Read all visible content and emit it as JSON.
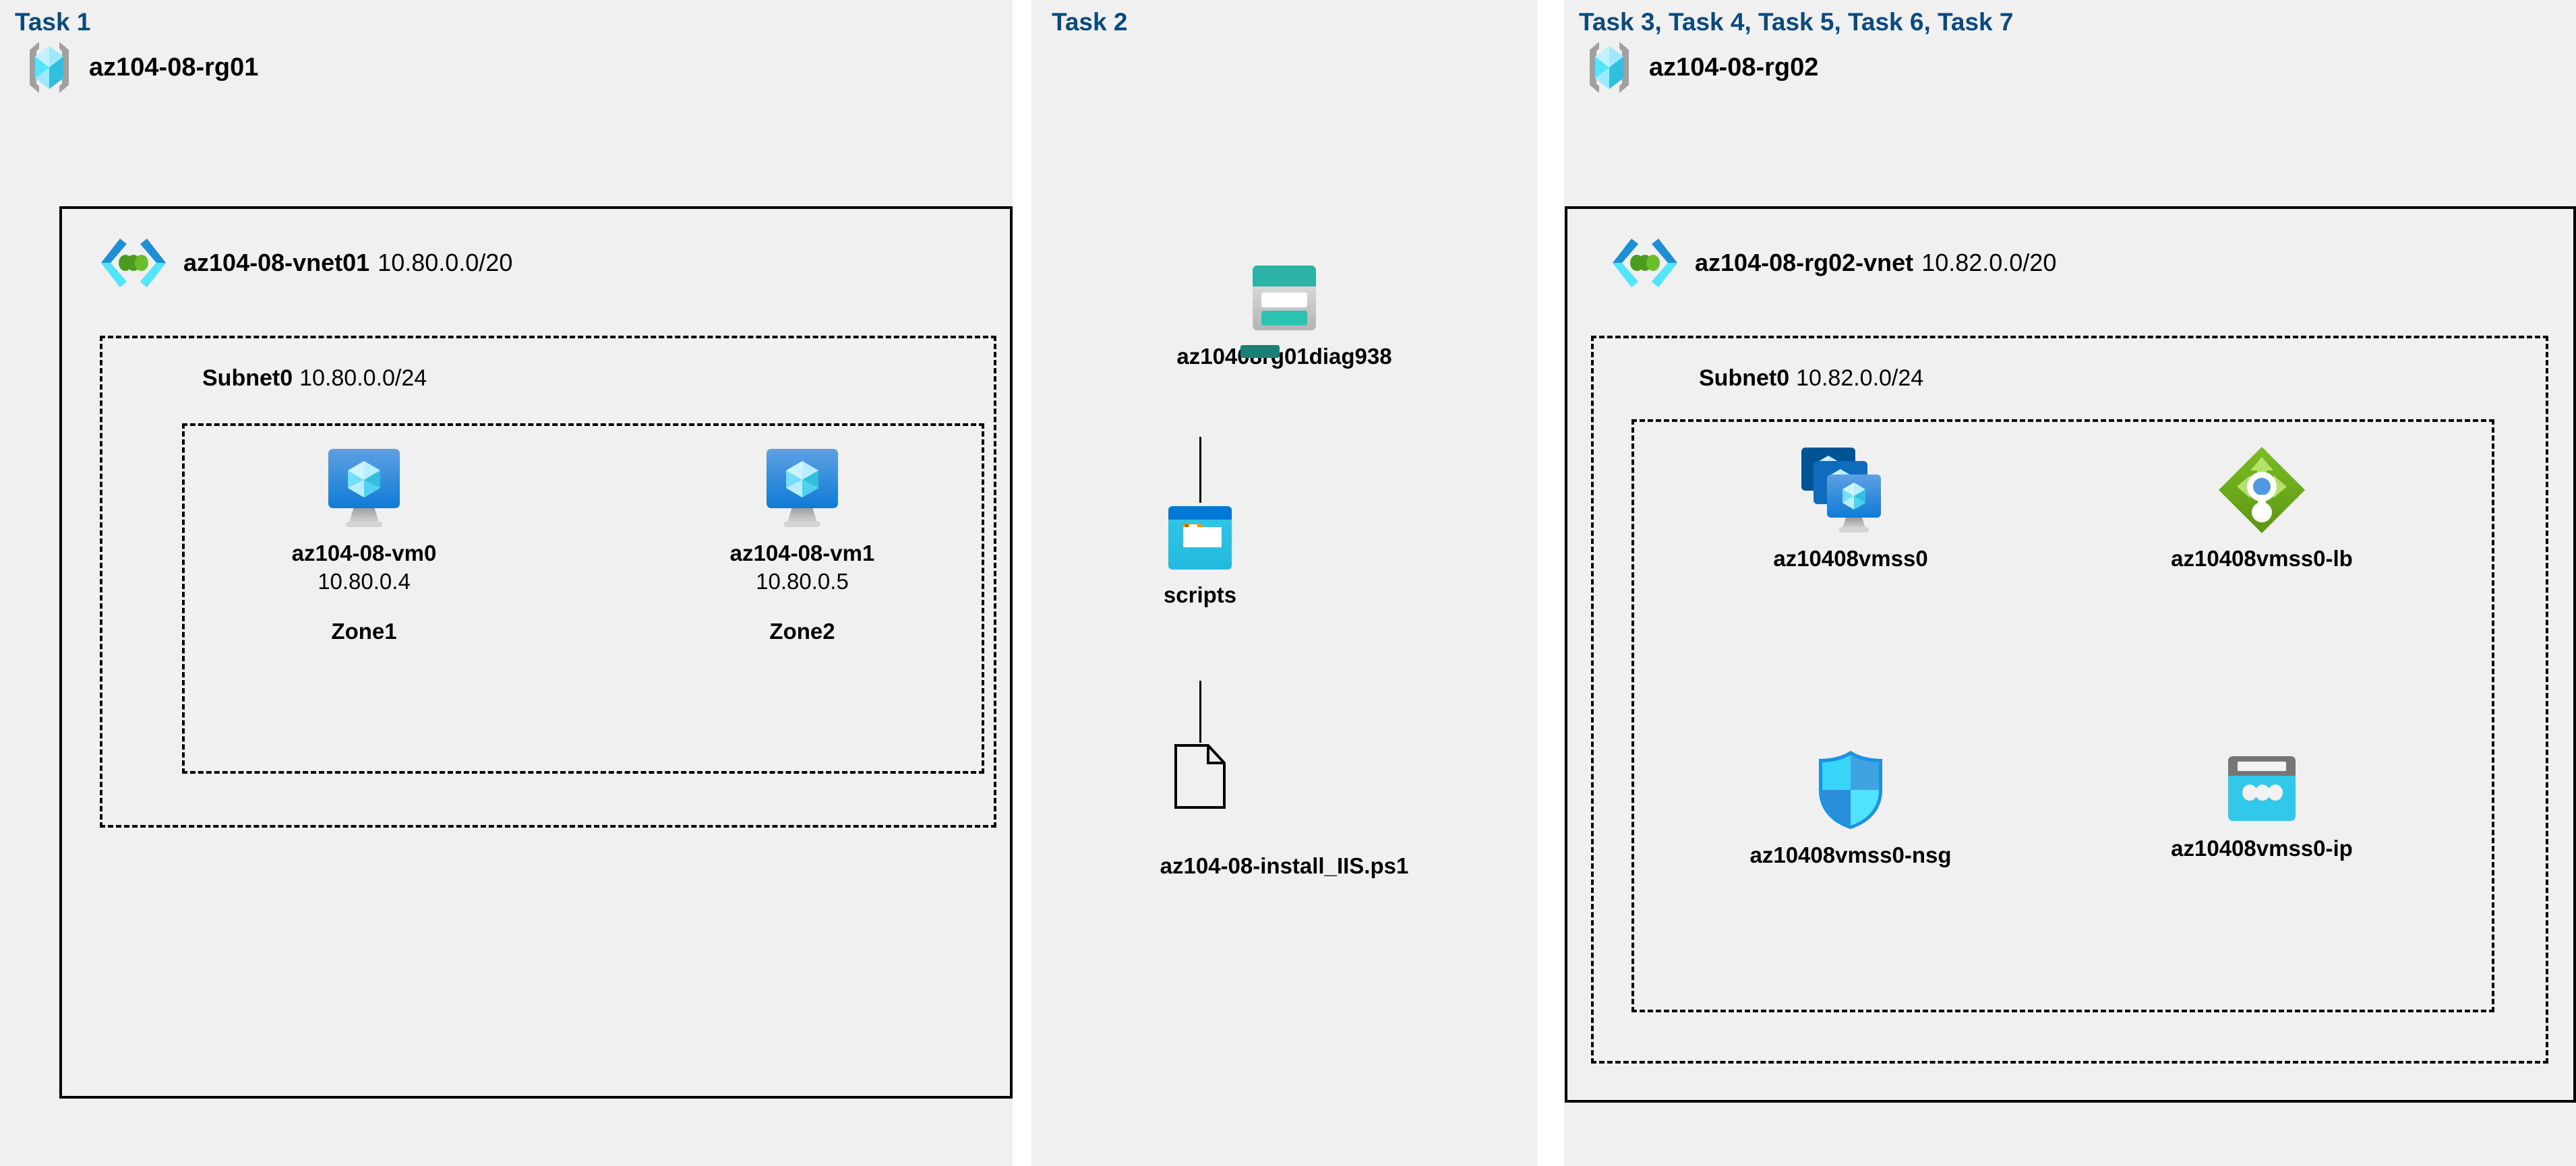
{
  "panels": [
    {
      "task_label": "Task 1",
      "resource_group": {
        "name": "az104-08-rg01",
        "icon": "resource-group-icon"
      },
      "vnet": {
        "name": "az104-08-vnet01",
        "cidr": "10.80.0.0/20",
        "icon": "virtual-network-icon"
      },
      "subnet": {
        "name": "Subnet0",
        "cidr": "10.80.0.0/24"
      },
      "vms": [
        {
          "name": "az104-08-vm0",
          "ip": "10.80.0.4",
          "zone": "Zone1",
          "icon": "virtual-machine-icon"
        },
        {
          "name": "az104-08-vm1",
          "ip": "10.80.0.5",
          "zone": "Zone2",
          "icon": "virtual-machine-icon"
        }
      ]
    },
    {
      "task_label": "Task 2",
      "items": [
        {
          "name": "az10408rg01diag938",
          "icon": "storage-account-icon"
        },
        {
          "name": "scripts",
          "icon": "blob-container-icon"
        },
        {
          "name": "az104-08-install_IIS.ps1",
          "icon": "file-icon"
        }
      ]
    },
    {
      "task_label": "Task 3, Task 4, Task 5, Task 6, Task 7",
      "resource_group": {
        "name": "az104-08-rg02",
        "icon": "resource-group-icon"
      },
      "vnet": {
        "name": "az104-08-rg02-vnet",
        "cidr": "10.82.0.0/20",
        "icon": "virtual-network-icon"
      },
      "subnet": {
        "name": "Subnet0",
        "cidr": "10.82.0.0/24"
      },
      "resources": [
        {
          "name": "az10408vmss0",
          "icon": "vm-scale-set-icon"
        },
        {
          "name": "az10408vmss0-lb",
          "icon": "load-balancer-icon"
        },
        {
          "name": "az10408vmss0-nsg",
          "icon": "network-security-group-icon"
        },
        {
          "name": "az10408vmss0-ip",
          "icon": "public-ip-address-icon"
        }
      ]
    }
  ],
  "colors": {
    "task_label": "#0b4a7c",
    "panel_background": "#f0f0f0",
    "page_background": "#ffffff",
    "border": "#000000",
    "azure_blue": "#0078d4",
    "azure_cyan": "#50e6ff",
    "vnet_green": "#57a300",
    "storage_teal": "#2bb3a5",
    "lb_green": "#6aa61d",
    "container_orange": "#f2920a",
    "public_ip_gray": "#767676"
  }
}
